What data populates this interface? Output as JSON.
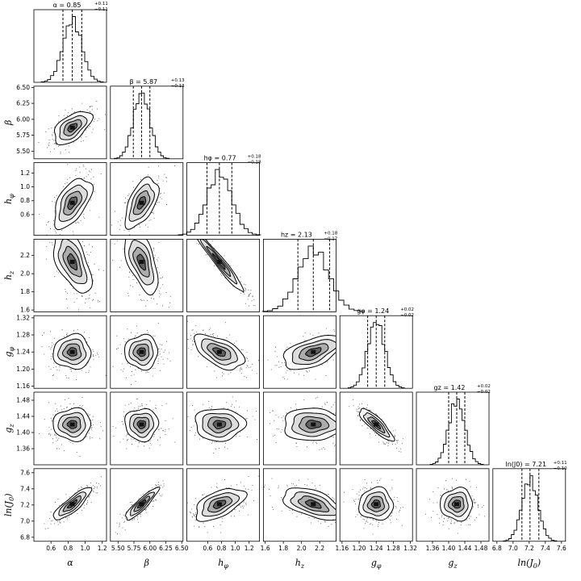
{
  "chart_data": {
    "type": "scatter",
    "kind": "corner-plot",
    "parameters": [
      {
        "label": "α",
        "sub": "",
        "median": 0.85,
        "plus": 0.11,
        "minus": 0.11,
        "title": "α = 0.85",
        "title_sup": "+0.11",
        "title_sub": "−0.11",
        "range": [
          0.4,
          1.25
        ],
        "ticks": [
          0.6,
          0.8,
          1.0,
          1.2
        ],
        "tick_labels": [
          "0.6",
          "0.8",
          "1.0",
          "1.2"
        ]
      },
      {
        "label": "β",
        "sub": "",
        "median": 5.87,
        "plus": 0.13,
        "minus": 0.13,
        "title": "β = 5.87",
        "title_sup": "+0.13",
        "title_sub": "−0.13",
        "range": [
          5.38,
          6.52
        ],
        "ticks": [
          5.5,
          5.75,
          6.0,
          6.25,
          6.5
        ],
        "tick_labels": [
          "5.50",
          "5.75",
          "6.00",
          "6.25",
          "6.50"
        ]
      },
      {
        "label": "h",
        "sub": "φ",
        "median": 0.77,
        "plus": 0.18,
        "minus": 0.18,
        "title": "hφ = 0.77",
        "title_sup": "+0.18",
        "title_sub": "−0.18",
        "range": [
          0.3,
          1.35
        ],
        "ticks": [
          0.6,
          0.8,
          1.0,
          1.2
        ],
        "tick_labels": [
          "0.6",
          "0.8",
          "1.0",
          "1.2"
        ]
      },
      {
        "label": "h",
        "sub": "z",
        "median": 2.13,
        "plus": 0.18,
        "minus": 0.17,
        "title": "hz = 2.13",
        "title_sup": "+0.18",
        "title_sub": "−0.17",
        "range": [
          1.58,
          2.38
        ],
        "ticks": [
          1.6,
          1.8,
          2.0,
          2.2
        ],
        "tick_labels": [
          "1.6",
          "1.8",
          "2.0",
          "2.2"
        ]
      },
      {
        "label": "g",
        "sub": "φ",
        "median": 1.24,
        "plus": 0.02,
        "minus": 0.02,
        "title": "gφ = 1.24",
        "title_sup": "+0.02",
        "title_sub": "−0.02",
        "range": [
          1.155,
          1.325
        ],
        "ticks": [
          1.16,
          1.2,
          1.24,
          1.28,
          1.32
        ],
        "tick_labels": [
          "1.16",
          "1.20",
          "1.24",
          "1.28",
          "1.32"
        ]
      },
      {
        "label": "g",
        "sub": "z",
        "median": 1.42,
        "plus": 0.02,
        "minus": 0.02,
        "title": "gz = 1.42",
        "title_sup": "+0.02",
        "title_sub": "−0.02",
        "range": [
          1.32,
          1.5
        ],
        "ticks": [
          1.36,
          1.4,
          1.44,
          1.48
        ],
        "tick_labels": [
          "1.36",
          "1.40",
          "1.44",
          "1.48"
        ]
      },
      {
        "label": "ln(J",
        "sub": "0",
        "label_end": ")",
        "median": 7.21,
        "plus": 0.11,
        "minus": 0.1,
        "title": "ln(J0) = 7.21",
        "title_sup": "+0.11",
        "title_sub": "−0.10",
        "range": [
          6.75,
          7.65
        ],
        "ticks": [
          6.8,
          7.0,
          7.2,
          7.4,
          7.6
        ],
        "tick_labels": [
          "6.8",
          "7.0",
          "7.2",
          "7.4",
          "7.6"
        ]
      }
    ],
    "sigmas": [
      0.11,
      0.13,
      0.18,
      0.17,
      0.02,
      0.02,
      0.1
    ],
    "correlation": [
      [
        1.0,
        0.55,
        0.55,
        -0.55,
        0.0,
        0.0,
        0.85
      ],
      [
        0.55,
        1.0,
        0.55,
        -0.55,
        0.0,
        0.0,
        0.9
      ],
      [
        0.55,
        0.55,
        1.0,
        -0.97,
        -0.55,
        0.0,
        0.55
      ],
      [
        -0.55,
        -0.55,
        -0.97,
        1.0,
        0.55,
        0.0,
        -0.55
      ],
      [
        0.0,
        0.0,
        -0.55,
        0.55,
        1.0,
        -0.85,
        0.0
      ],
      [
        0.0,
        0.0,
        0.0,
        0.0,
        -0.85,
        1.0,
        0.0
      ],
      [
        0.85,
        0.9,
        0.55,
        -0.55,
        0.0,
        0.0,
        1.0
      ]
    ],
    "quantile_lines": "dashed at 16th, 50th, 84th percentiles",
    "grid": false,
    "legend": "none"
  }
}
